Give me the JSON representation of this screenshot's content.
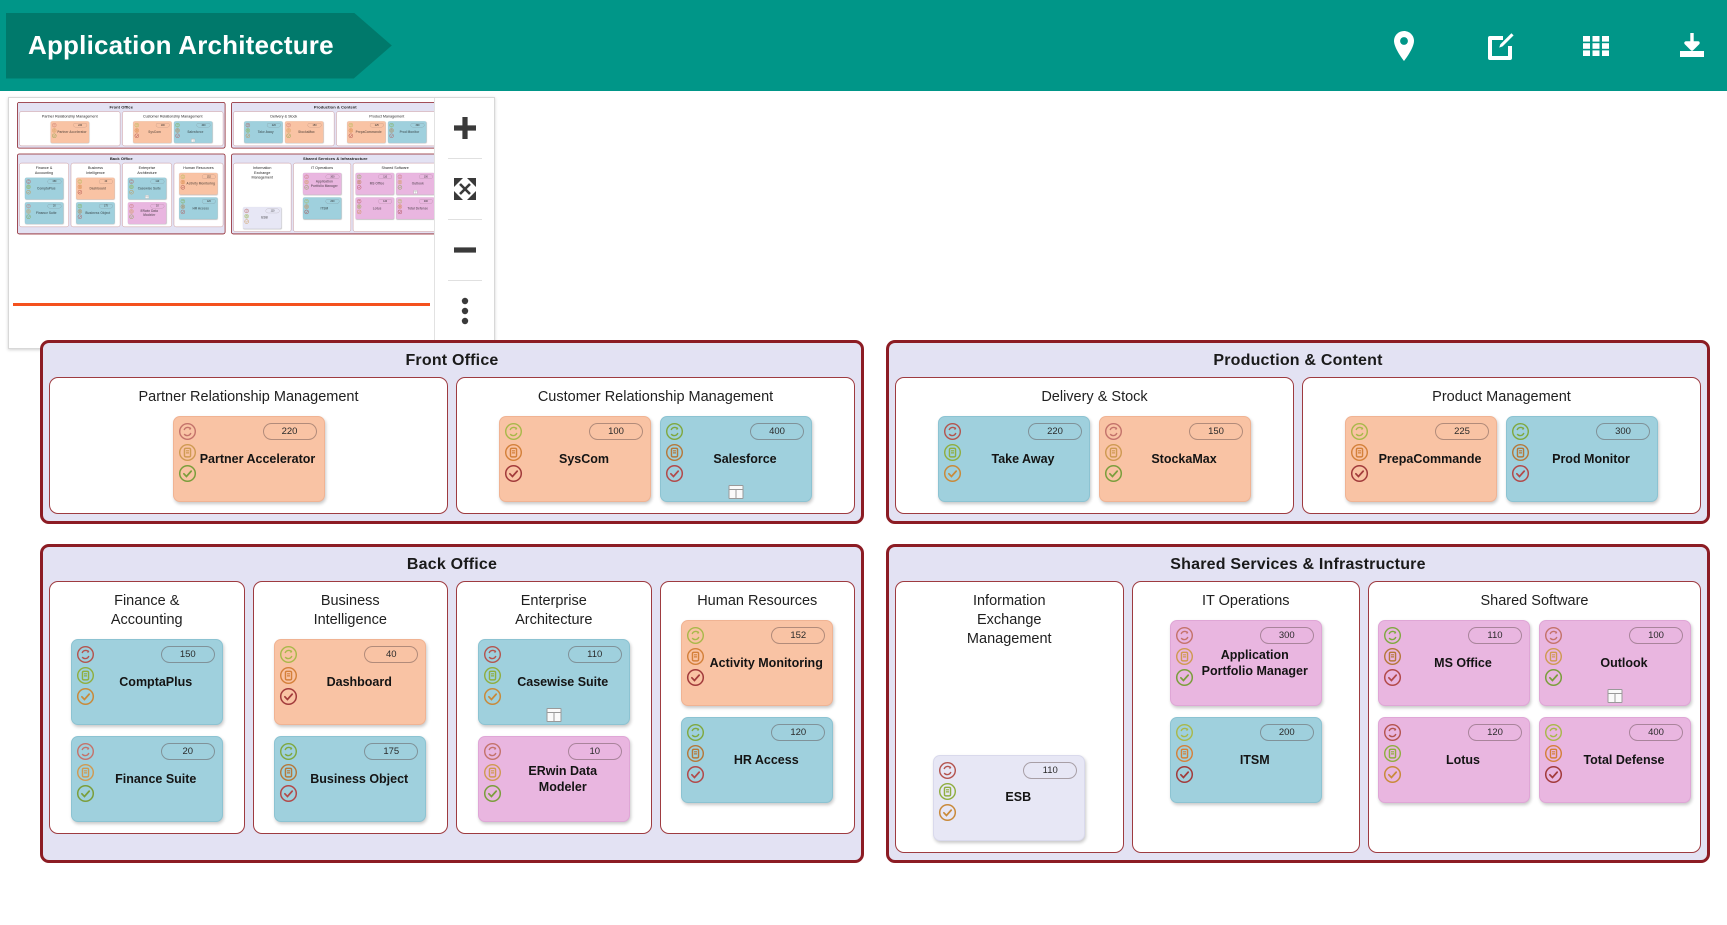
{
  "header": {
    "title": "Application Architecture",
    "brand_color": "#00796b",
    "bar_color": "#009688",
    "actions": [
      {
        "name": "location-pin-icon",
        "label": "Locate"
      },
      {
        "name": "edit-square-icon",
        "label": "Edit"
      },
      {
        "name": "grid-icon",
        "label": "Grid View"
      },
      {
        "name": "download-icon",
        "label": "Download"
      }
    ]
  },
  "minimap": {
    "viewport_line_color": "#f4511e",
    "tools": [
      {
        "name": "zoom-in-button",
        "label": "+"
      },
      {
        "name": "fit-to-screen-button",
        "label": "Fit"
      },
      {
        "name": "zoom-out-button",
        "label": "−"
      },
      {
        "name": "more-options-button",
        "label": "⋮"
      }
    ]
  },
  "diagram": {
    "domain_border_color": "#8c1c24",
    "domain_fill_color": "#e3e2f3",
    "colors": {
      "blue": "#9fd0dd",
      "orange": "#f9c3a4",
      "pink": "#e9b6e0",
      "pale": "#e7e7f5"
    },
    "domains": [
      {
        "title": "Front Office",
        "groups": [
          {
            "title": "Partner Relationship Management",
            "columns": [
              {
                "cards": [
                  {
                    "name": "Partner Accelerator",
                    "badge": "220",
                    "color": "orange",
                    "window": false
                  }
                ]
              }
            ]
          },
          {
            "title": "Customer Relationship Management",
            "columns": [
              {
                "cards": [
                  {
                    "name": "SysCom",
                    "badge": "100",
                    "color": "orange",
                    "window": false
                  }
                ]
              },
              {
                "cards": [
                  {
                    "name": "Salesforce",
                    "badge": "400",
                    "color": "blue",
                    "window": true
                  }
                ]
              }
            ]
          }
        ]
      },
      {
        "title": "Production & Content",
        "groups": [
          {
            "title": "Delivery & Stock",
            "columns": [
              {
                "cards": [
                  {
                    "name": "Take Away",
                    "badge": "220",
                    "color": "blue",
                    "window": false
                  }
                ]
              },
              {
                "cards": [
                  {
                    "name": "StockaMax",
                    "badge": "150",
                    "color": "orange",
                    "window": false
                  }
                ]
              }
            ]
          },
          {
            "title": "Product Management",
            "columns": [
              {
                "cards": [
                  {
                    "name": "PrepaCommande",
                    "badge": "225",
                    "color": "orange",
                    "window": false
                  }
                ]
              },
              {
                "cards": [
                  {
                    "name": "Prod Monitor",
                    "badge": "300",
                    "color": "blue",
                    "window": false
                  }
                ]
              }
            ]
          }
        ]
      },
      {
        "title": "Back Office",
        "groups": [
          {
            "title": "Finance &\nAccounting",
            "columns": [
              {
                "cards": [
                  {
                    "name": "ComptaPlus",
                    "badge": "150",
                    "color": "blue",
                    "window": false
                  },
                  {
                    "name": "Finance Suite",
                    "badge": "20",
                    "color": "blue",
                    "window": false
                  }
                ]
              }
            ]
          },
          {
            "title": "Business\nIntelligence",
            "columns": [
              {
                "cards": [
                  {
                    "name": "Dashboard",
                    "badge": "40",
                    "color": "orange",
                    "window": false
                  },
                  {
                    "name": "Business Object",
                    "badge": "175",
                    "color": "blue",
                    "window": false
                  }
                ]
              }
            ]
          },
          {
            "title": "Enterprise\nArchitecture",
            "columns": [
              {
                "cards": [
                  {
                    "name": "Casewise Suite",
                    "badge": "110",
                    "color": "blue",
                    "window": true
                  },
                  {
                    "name": "ERwin Data Modeler",
                    "badge": "10",
                    "color": "pink",
                    "window": false
                  }
                ]
              }
            ]
          },
          {
            "title": "Human Resources",
            "columns": [
              {
                "cards": [
                  {
                    "name": "Activity Monitoring",
                    "badge": "152",
                    "color": "orange",
                    "window": false
                  },
                  {
                    "name": "HR Access",
                    "badge": "120",
                    "color": "blue",
                    "window": false
                  }
                ]
              }
            ]
          }
        ]
      },
      {
        "title": "Shared Services & Infrastructure",
        "groups": [
          {
            "title": "Information\nExchange\nManagement",
            "columns": [
              {
                "cards": [
                  {
                    "name": "ESB",
                    "badge": "110",
                    "color": "pale",
                    "window": false,
                    "offset_top": true
                  }
                ]
              }
            ]
          },
          {
            "title": "IT Operations",
            "columns": [
              {
                "cards": [
                  {
                    "name": "Application Portfolio Manager",
                    "badge": "300",
                    "color": "pink",
                    "window": false
                  },
                  {
                    "name": "ITSM",
                    "badge": "200",
                    "color": "blue",
                    "window": false
                  }
                ]
              }
            ]
          },
          {
            "title": "Shared Software",
            "columns": [
              {
                "cards": [
                  {
                    "name": "MS Office",
                    "badge": "110",
                    "color": "pink",
                    "window": false
                  },
                  {
                    "name": "Lotus",
                    "badge": "120",
                    "color": "pink",
                    "window": false
                  }
                ]
              },
              {
                "cards": [
                  {
                    "name": "Outlook",
                    "badge": "100",
                    "color": "pink",
                    "window": true
                  },
                  {
                    "name": "Total Defense",
                    "badge": "400",
                    "color": "pink",
                    "window": false
                  }
                ]
              }
            ]
          }
        ]
      }
    ]
  }
}
